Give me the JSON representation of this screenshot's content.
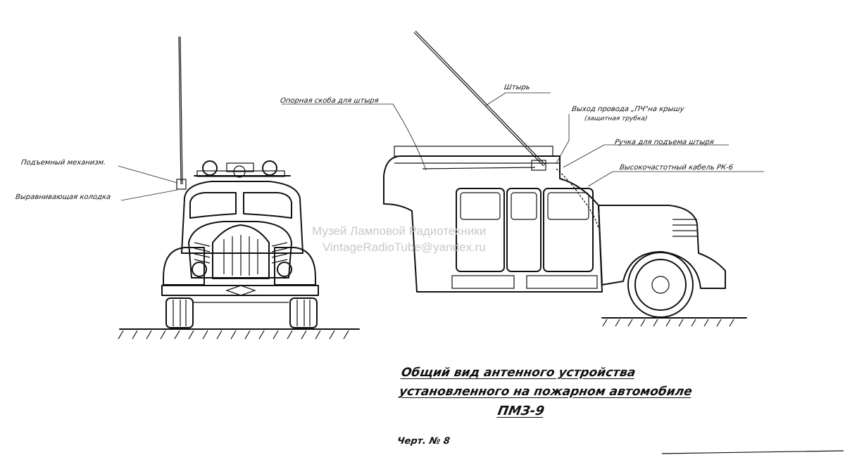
{
  "labels": {
    "lifting_mechanism": "Подъемный механизм.",
    "leveling_pad": "Выравнивающая колодка",
    "support_bracket": "Опорная скоба для штыря",
    "whip": "Штырь",
    "wire_exit": "Выход провода „ПЧ\"на крышу",
    "protective_tube": "(защитная трубка)",
    "lifting_handle": "Ручка для подъема штыря",
    "rf_cable": "Высокочастотный кабель РК-6"
  },
  "watermark": {
    "line1": "Музей Ламповой Радиотехники",
    "line2": "VintageRadioTube@yandex.ru"
  },
  "caption": {
    "line1": "Общий вид антенного устройства",
    "line2": "установленного на пожарном автомобиле",
    "line3": "ПМЗ-9"
  },
  "sheet": "Черт. № 8"
}
